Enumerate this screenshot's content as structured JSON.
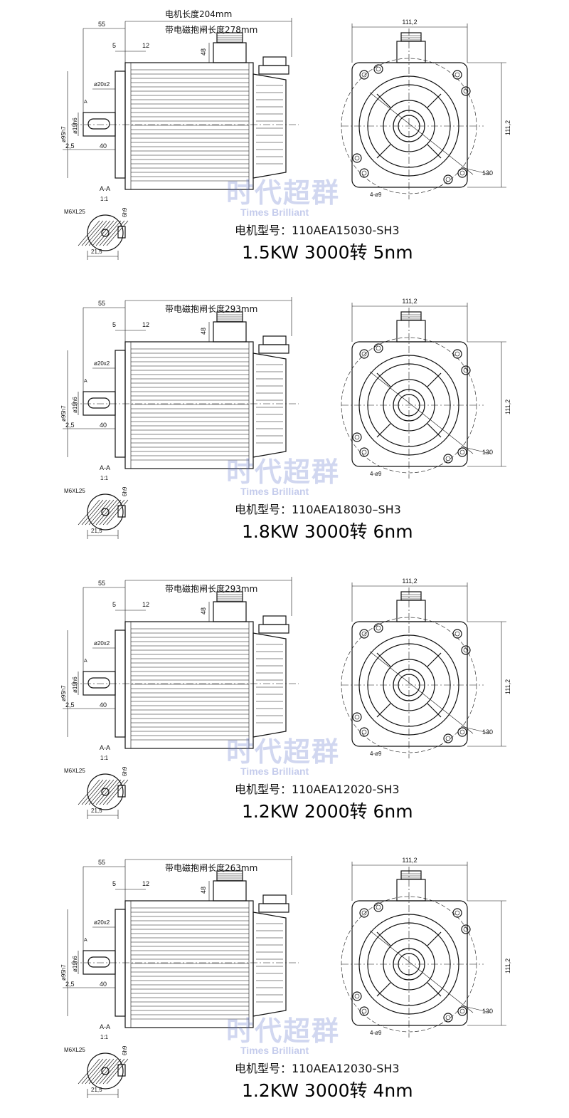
{
  "watermark": {
    "cn": "时代超群",
    "en": "Times Brilliant"
  },
  "common": {
    "dim_55": "55",
    "dim_5": "5",
    "dim_12": "12",
    "dim_48": "48",
    "dim_shaft_dia": "ø20x2",
    "dim_flange": "ø95h7",
    "dim_shaft": "ø19h6",
    "dim_25": "2,5",
    "dim_40": "40",
    "section_label": "A-A",
    "section_scale": "1:1",
    "thread": "M6XL25",
    "key_dim": "6h9",
    "key_depth": "21,5",
    "width_top": "111,2",
    "width_side": "111,2",
    "pcd": "130",
    "holes": "4-ø9",
    "arrow_label": "A"
  },
  "panels": [
    {
      "length_label": "电机长度204mm",
      "brake_label": "带电磁抱闸长度278mm",
      "model": "电机型号：110AEA15030-SH3",
      "spec": "1.5KW 3000转  5nm"
    },
    {
      "length_label": "",
      "brake_label": "带电磁抱闸长度293mm",
      "model": "电机型号：110AEA18030–SH3",
      "spec": "1.8KW 3000转 6nm"
    },
    {
      "length_label": "",
      "brake_label": "带电磁抱闸长度293mm",
      "model": "电机型号：110AEA12020-SH3",
      "spec": "1.2KW 2000转 6nm"
    },
    {
      "length_label": "",
      "brake_label": "带电磁抱闸长度263mm",
      "model": "电机型号：110AEA12030-SH3",
      "spec": "1.2KW 3000转 4nm"
    }
  ]
}
